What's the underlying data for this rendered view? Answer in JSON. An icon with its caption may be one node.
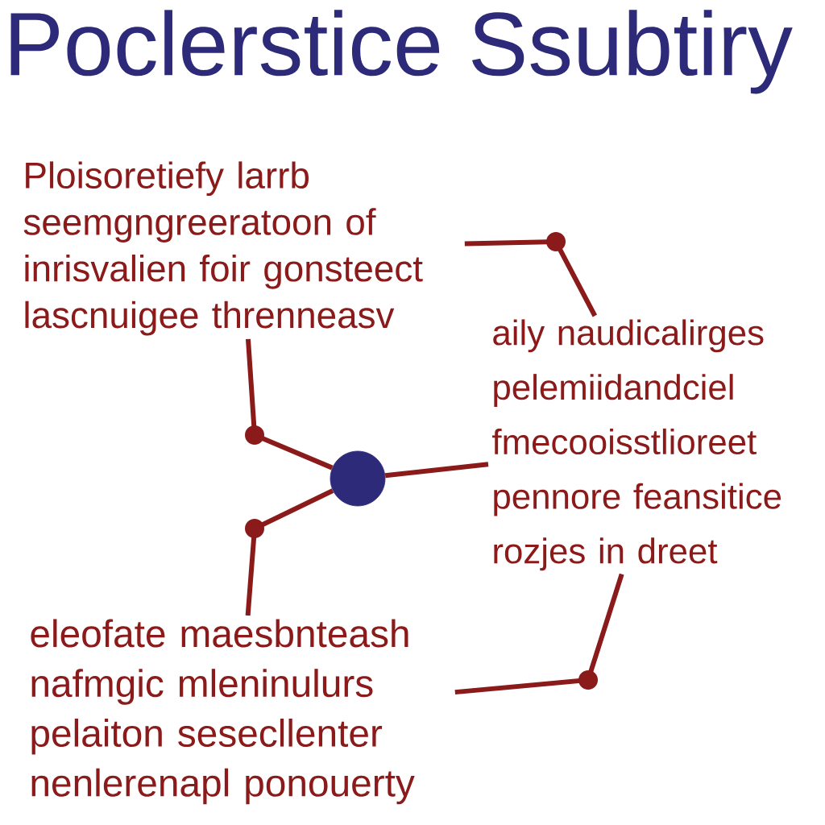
{
  "diagram": {
    "title": "Poclerstice Ssubtiry",
    "nodes": [
      {
        "text": [
          "Ploisoretiefy larrb seemgngreeratoon of inrisvalien foir gonsteect lascnuigee threnneasv"
        ]
      },
      {
        "text": [
          "aily naudicalirges pelemiidandciel fmecooisstlioreet pennore feansitice rozjes in dreet"
        ]
      },
      {
        "text": [
          "eleofate maesbnteash nafmgic mleninulurs pelaiton sesecllenter nenlerenapl ponouerty"
        ]
      },
      {
        "text": [],
        "shape": "circle"
      }
    ],
    "edges": [
      {
        "from": 3,
        "to": 0,
        "arrow": "none"
      },
      {
        "from": 3,
        "to": 1,
        "arrow": "none"
      },
      {
        "from": 3,
        "to": 2,
        "arrow": "none"
      },
      {
        "from": 0,
        "to": 1,
        "arrow": "none"
      },
      {
        "from": 2,
        "to": 1,
        "arrow": "none"
      }
    ]
  }
}
